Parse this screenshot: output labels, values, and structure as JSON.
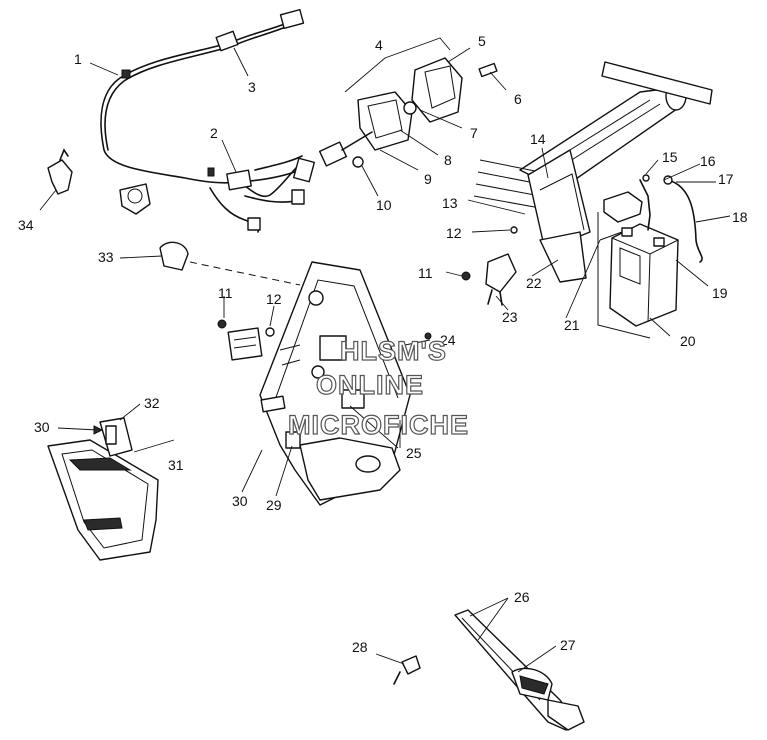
{
  "watermark": {
    "line1": "HLSM'S",
    "line2": "ONLINE",
    "line3": "MICROFICHE"
  },
  "callouts": [
    "1",
    "2",
    "3",
    "4",
    "5",
    "6",
    "7",
    "8",
    "9",
    "10",
    "11",
    "12",
    "13",
    "14",
    "15",
    "16",
    "17",
    "18",
    "19",
    "20",
    "21",
    "22",
    "23",
    "24",
    "25",
    "26",
    "27",
    "28",
    "29",
    "30",
    "31",
    "32",
    "33",
    "34"
  ],
  "callout_extra": {
    "label_11b": "11",
    "label_12b": "12",
    "label_30b": "30"
  }
}
